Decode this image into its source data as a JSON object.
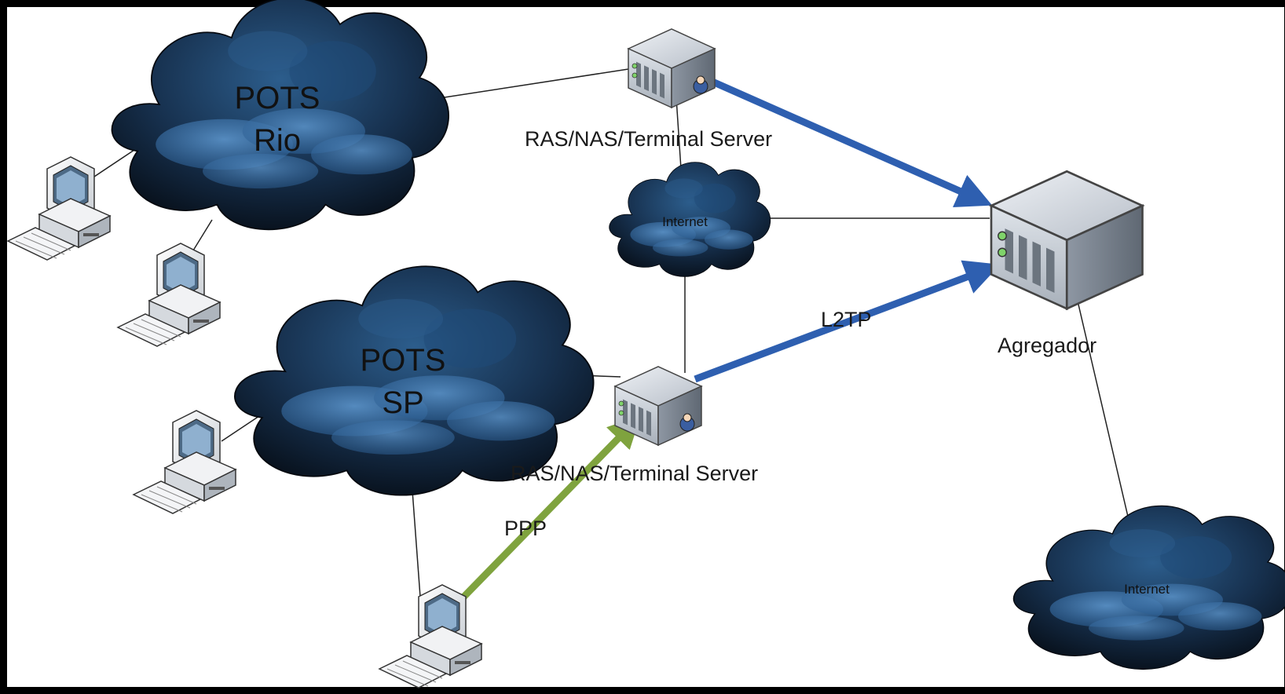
{
  "clouds": {
    "pots_rio": {
      "line1": "POTS",
      "line2": "Rio"
    },
    "pots_sp": {
      "line1": "POTS",
      "line2": "SP"
    },
    "internet_center": {
      "label": "Internet"
    },
    "internet_bottom": {
      "label": "Internet"
    }
  },
  "servers": {
    "ras_top": {
      "label": "RAS/NAS/Terminal Server"
    },
    "ras_bottom": {
      "label": "RAS/NAS/Terminal Server"
    },
    "aggregator": {
      "label": "Agregador"
    }
  },
  "links": {
    "l2tp": {
      "label": "L2TP"
    },
    "ppp": {
      "label": "PPP"
    }
  },
  "colors": {
    "tunnel_blue": "#2e5fb0",
    "ppp_green": "#7fa33e",
    "cloud_dark": "#0c1a2a",
    "cloud_light": "#3d78b3"
  }
}
